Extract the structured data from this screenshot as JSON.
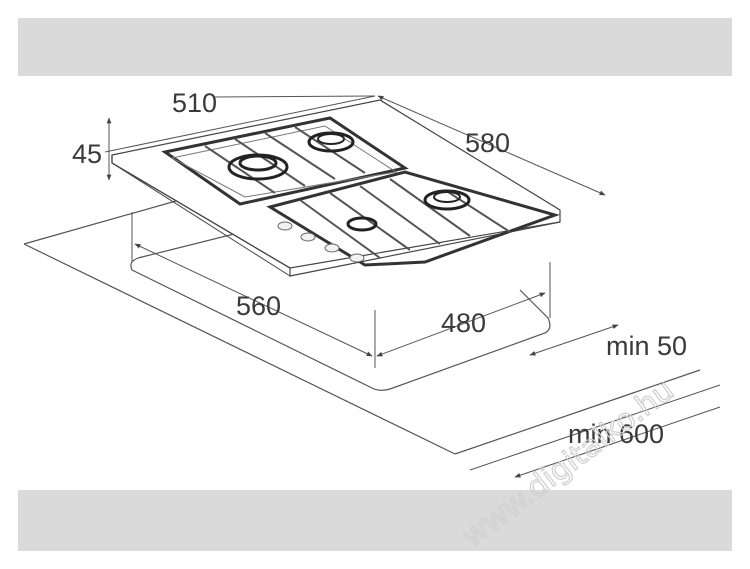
{
  "dimensions": {
    "width": "510",
    "height": "45",
    "depth": "580",
    "cutout_width": "560",
    "cutout_depth": "480",
    "min_rear": "min 50",
    "min_front": "min 600"
  },
  "watermark": "www.digitalko.hu"
}
